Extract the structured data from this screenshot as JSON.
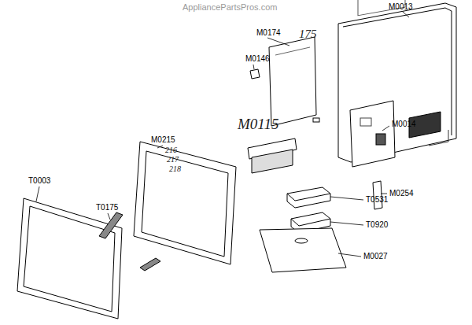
{
  "diagram": {
    "labels": [
      "AppliancePartsPros.com",
      "M0013",
      "M0174",
      "175",
      "M0146",
      "M0014",
      "M0115",
      "M0215",
      "216",
      "217",
      "218",
      "M0254",
      "T0003",
      "T0175",
      "T0531",
      "T0920",
      "M0027"
    ]
  }
}
